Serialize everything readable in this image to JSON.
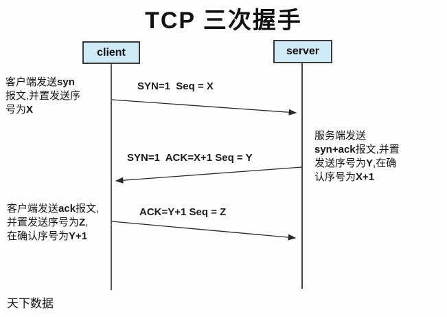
{
  "title": "TCP 三次握手",
  "actors": {
    "client": "client",
    "server": "server"
  },
  "messages": [
    {
      "from": "client",
      "to": "server",
      "label": "SYN=1  Seq = X"
    },
    {
      "from": "server",
      "to": "client",
      "label": "SYN=1  ACK=X+1 Seq = Y"
    },
    {
      "from": "client",
      "to": "server",
      "label": "ACK=Y+1 Seq = Z"
    }
  ],
  "annotations": {
    "client_syn": [
      "客户端发送**syn**",
      "报文,并置发送序",
      "号为**X**"
    ],
    "server_synack": [
      "服务端发送",
      "**syn+ack**报文,并置",
      "发送序号为**Y**,在确",
      "认序号为**X+1**"
    ],
    "client_ack": [
      "客户端发送**ack**报文,",
      "并置发送序号为**Z**,",
      "在确认序号为**Y+1**"
    ]
  },
  "footer": "天下数据",
  "colors": {
    "actor_fill": "#cfe9f7",
    "actor_border": "#3a3a3a",
    "line": "#282828",
    "background": "#fdfdfe",
    "text": "#111111"
  }
}
